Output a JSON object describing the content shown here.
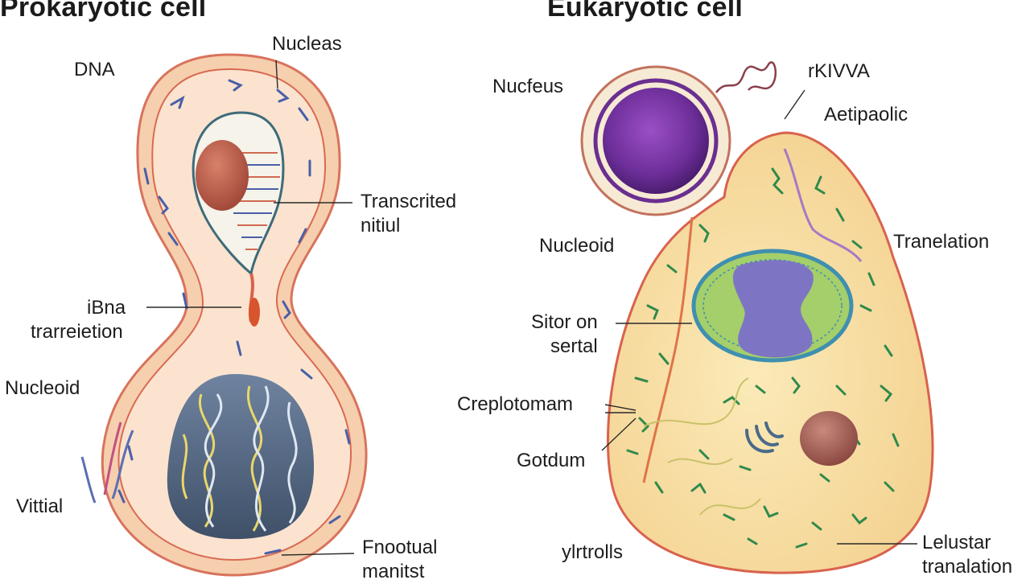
{
  "titles": {
    "left": "Prokaryotic cell",
    "right": "Eukaryotic cell"
  },
  "prokaryote_labels": {
    "dna": "DNA",
    "nucleas": "Nucleas",
    "transcribed_1": "Transcrited",
    "transcribed_2": "nitiul",
    "rna_1": "iBna",
    "rna_2": "trarreietion",
    "nucleoid": "Nucleoid",
    "vittal": "Vittial",
    "fnootual_1": "Fnootual",
    "fnootual_2": "manitst"
  },
  "eukaryote_labels": {
    "nucfeus": "Nucfeus",
    "rnva": "rKIVVA",
    "aetipaolic": "Aetipaolic",
    "nucleoid": "Nucleoid",
    "tranelation": "Tranelation",
    "sitor_1": "Sitor on",
    "sitor_2": "sertal",
    "creplotomam": "Creplotomam",
    "gotdum": "Gotdum",
    "ylrolls": "ylrtrolls",
    "lelustar_1": "Lelustar",
    "lelustar_2": "tranalation"
  },
  "colors": {
    "cell_outer": "#f6d2b4",
    "cell_inner": "#fbe3cf",
    "membrane": "#d9624e",
    "dna_blue": "#4a5fa8",
    "nucleoid_dark": "#5a6d86",
    "helix_yellow": "#e9d76a",
    "nucleus_purple": "#7b3fa8",
    "eu_cytoplasm": "#f7dea0",
    "organelle_green": "#2f8a4b",
    "eu_nucleus_fill": "#a4cf6a",
    "eu_nucleus_core": "#7e74c4",
    "vacuole": "#a8645a"
  }
}
